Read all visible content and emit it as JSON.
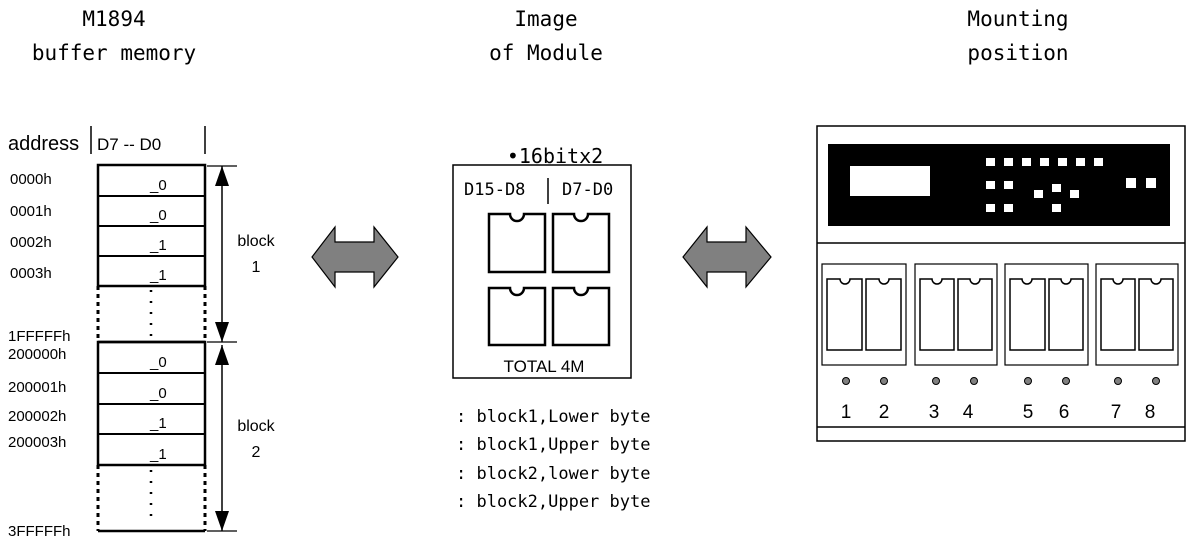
{
  "headers": {
    "left_line1": "M1894",
    "left_line2": "buffer memory",
    "middle_line1": "Image",
    "middle_line2": "of Module",
    "right_line1": "Mounting",
    "right_line2": "position"
  },
  "memory": {
    "address_header": "address",
    "bits_header": "D7 -- D0",
    "block1_rows": [
      {
        "address": "0000h",
        "value": "_0"
      },
      {
        "address": "0001h",
        "value": "_0"
      },
      {
        "address": "0002h",
        "value": "_1"
      },
      {
        "address": "0003h",
        "value": "_1"
      }
    ],
    "block1_end": "1FFFFFh",
    "block2_rows": [
      {
        "address": "200000h",
        "value": "_0"
      },
      {
        "address": "200001h",
        "value": "_0"
      },
      {
        "address": "200002h",
        "value": "_1"
      },
      {
        "address": "200003h",
        "value": "_1"
      }
    ],
    "block2_end": "3FFFFFh",
    "block1_label_line1": "block",
    "block1_label_line2": "1",
    "block2_label_line1": "block",
    "block2_label_line2": "2"
  },
  "module": {
    "bit_config": "•16bitx2",
    "upper_bits": "D15-D8",
    "lower_bits": "D7-D0",
    "total": "TOTAL 4M"
  },
  "legend": [
    ": block1,Lower byte",
    ": block1,Upper byte",
    ": block2,lower byte",
    ": block2,Upper byte"
  ],
  "slots": [
    "1",
    "2",
    "3",
    "4",
    "5",
    "6",
    "7",
    "8"
  ],
  "colors": {
    "arrow_fill": "#808080",
    "display_panel": "#000000",
    "line": "#000000"
  }
}
